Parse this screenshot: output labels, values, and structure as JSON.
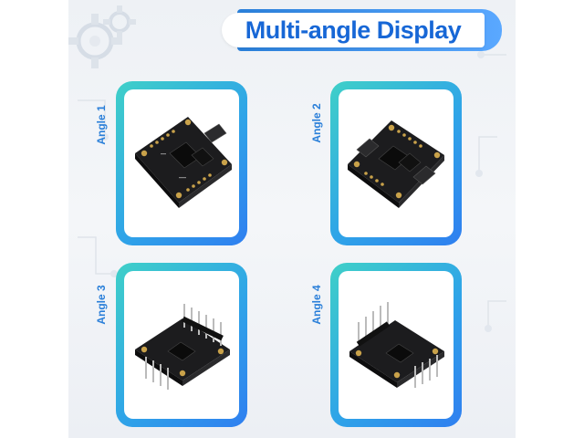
{
  "header": {
    "title": "Multi-angle Display"
  },
  "panels": [
    {
      "label": "Angle 1"
    },
    {
      "label": "Angle 2"
    },
    {
      "label": "Angle 3"
    },
    {
      "label": "Angle 4"
    }
  ],
  "colors": {
    "title_text": "#1767d6",
    "accent_blue": "#2a7fd9",
    "frame_teal": "#3fd0c8",
    "frame_blue": "#2f7ff0",
    "board_black": "#1c1c1e",
    "pad_gold": "#c9a24a"
  },
  "icons": [
    "gear-icon",
    "circuit-dots"
  ]
}
